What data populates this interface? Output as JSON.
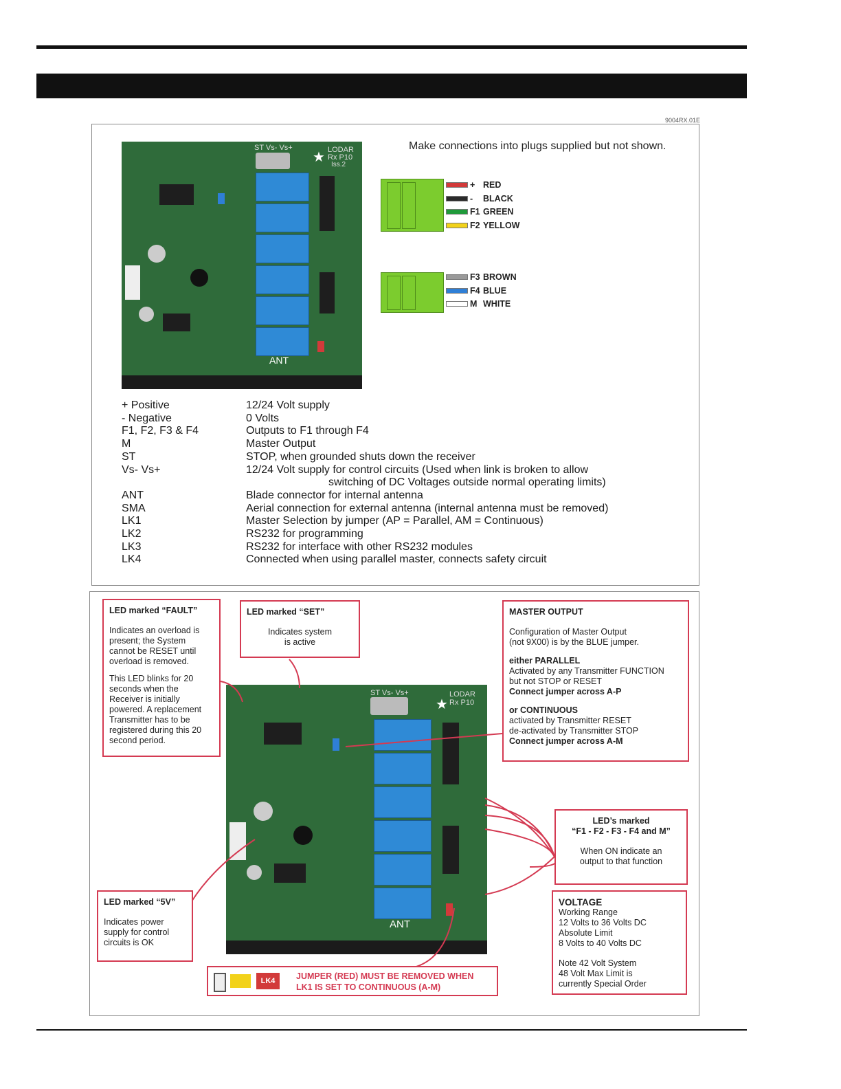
{
  "doc_code": "9004RX.01E",
  "connection_note": "Make connections into plugs supplied but not shown.",
  "plug1_wires": [
    {
      "sign": "+",
      "label": "RED",
      "color": "#d23a3a"
    },
    {
      "sign": "-",
      "label": "BLACK",
      "color": "#2a2a2a"
    },
    {
      "sign": "F1",
      "label": "GREEN",
      "color": "#1f9a3a"
    },
    {
      "sign": "F2",
      "label": "YELLOW",
      "color": "#f2d21a"
    }
  ],
  "plug2_wires": [
    {
      "sign": "F3",
      "label": "BROWN",
      "color": "#9a9a9a"
    },
    {
      "sign": "F4",
      "label": "BLUE",
      "color": "#2f7fd6"
    },
    {
      "sign": "M",
      "label": "WHITE",
      "color": "#ffffff"
    }
  ],
  "board_labels": {
    "top": "ST Vs- Vs+",
    "brand": "LODAR",
    "model": "Rx P10",
    "iss": "Iss.2",
    "ant": "ANT"
  },
  "legend": [
    {
      "term": "+ Positive",
      "desc": "12/24 Volt supply"
    },
    {
      "term": "- Negative",
      "desc": "0 Volts"
    },
    {
      "term": "F1, F2, F3 & F4",
      "desc": "Outputs to F1 through F4"
    },
    {
      "term": "M",
      "desc": "Master Output"
    },
    {
      "term": "ST",
      "desc": "STOP, when grounded shuts down the receiver"
    },
    {
      "term": "Vs- Vs+",
      "desc": "12/24 Volt supply for control circuits (Used when link is broken to allow",
      "desc2": "switching of DC Voltages outside normal operating limits)"
    },
    {
      "term": "ANT",
      "desc": "Blade connector for internal antenna"
    },
    {
      "term": "SMA",
      "desc": "Aerial connection for external antenna (internal antenna must be removed)"
    },
    {
      "term": "LK1",
      "desc": "Master Selection by jumper (AP = Parallel, AM = Continuous)"
    },
    {
      "term": "LK2",
      "desc": "RS232 for programming"
    },
    {
      "term": "LK3",
      "desc": "RS232 for interface with other RS232 modules"
    },
    {
      "term": "LK4",
      "desc": "Connected when using parallel master, connects safety circuit"
    }
  ],
  "callouts": {
    "fault": {
      "head": "LED marked “FAULT”",
      "p1": "Indicates an overload is present; the System cannot be RESET until overload is removed.",
      "p2": "This LED blinks for 20 seconds when the Receiver is initially powered. A replacement Transmitter has to be registered during this 20 second period."
    },
    "set": {
      "head": "LED marked “SET”",
      "body1": "Indicates system",
      "body2": "is active"
    },
    "master": {
      "head": "MASTER OUTPUT",
      "p1a": "Configuration of  Master Output",
      "p1b": "(not 9X00) is by the BLUE jumper.",
      "p2a": "either PARALLEL",
      "p2b": "Activated by any Transmitter FUNCTION",
      "p2c": "but not STOP or RESET",
      "p2d": "Connect jumper across A-P",
      "p3a": "or CONTINUOUS",
      "p3b": "activated by Transmitter RESET",
      "p3c": "de-activated by Transmitter STOP",
      "p3d": "Connect jumper across A-M"
    },
    "leds": {
      "head1": "LED’s marked",
      "head2": "“F1 - F2 - F3 - F4 and M”",
      "body1": "When ON indicate an",
      "body2": "output to that function"
    },
    "fivev": {
      "head": "LED marked “5V”",
      "body": "Indicates power supply for control circuits is OK"
    },
    "voltage": {
      "head": "VOLTAGE",
      "l1": "Working Range",
      "l2": "12 Volts to 36 Volts DC",
      "l3": "Absolute Limit",
      "l4": "8 Volts to 40 Volts DC",
      "l5": "Note 42 Volt System",
      "l6": "48 Volt Max Limit is",
      "l7": "currently Special Order"
    },
    "jumper": {
      "line1": "JUMPER (RED) MUST BE REMOVED WHEN",
      "line2": "LK1 IS SET TO CONTINUOUS (A-M)",
      "tag": "LK4"
    }
  },
  "colors": {
    "accent_red": "#d43a52",
    "board_green": "#2f6b3a",
    "relay_blue": "#2f8ad6",
    "plug_green": "#7ccc2e"
  }
}
